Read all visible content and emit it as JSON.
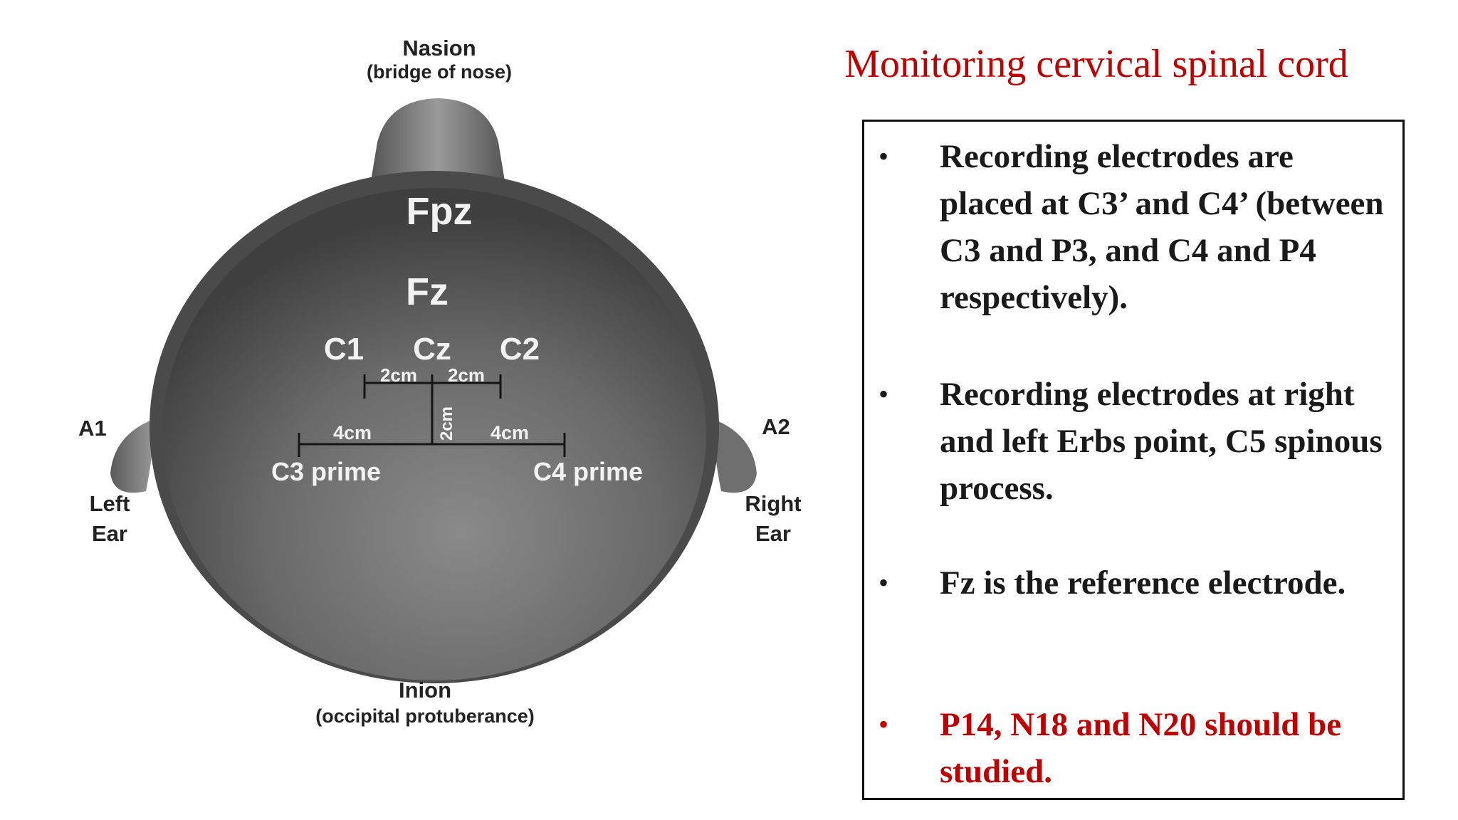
{
  "title": "Monitoring cervical spinal cord",
  "diagram": {
    "nasion_label": "Nasion",
    "nasion_sub": "(bridge of nose)",
    "inion_label": "Inion",
    "inion_sub": "(occipital protuberance)",
    "a1": "A1",
    "a2": "A2",
    "left_ear_1": "Left",
    "left_ear_2": "Ear",
    "right_ear_1": "Right",
    "right_ear_2": "Ear",
    "fpz": "Fpz",
    "fz": "Fz",
    "c1": "C1",
    "cz": "Cz",
    "c2": "C2",
    "c3_prime": "C3 prime",
    "c4_prime": "C4 prime",
    "dist_2cm_left": "2cm",
    "dist_2cm_right": "2cm",
    "dist_4cm_left": "4cm",
    "dist_4cm_right": "4cm",
    "dist_2cm_vertical": "2cm"
  },
  "bullets": [
    {
      "text": "Recording electrodes are placed at C3’ and C4’ (between C3 and P3, and C4 and P4 respectively).",
      "highlight": false
    },
    {
      "text": "Recording electrodes at right and left Erbs point, C5 spinous process.",
      "highlight": false
    },
    {
      "text": "Fz is the reference electrode.",
      "highlight": false
    },
    {
      "text": "P14, N18 and N20 should be studied.",
      "highlight": true
    }
  ],
  "colors": {
    "title": "#c00000",
    "highlight": "#c00000",
    "text": "#1a1a1a",
    "head_fill": "#6b6b6b"
  }
}
